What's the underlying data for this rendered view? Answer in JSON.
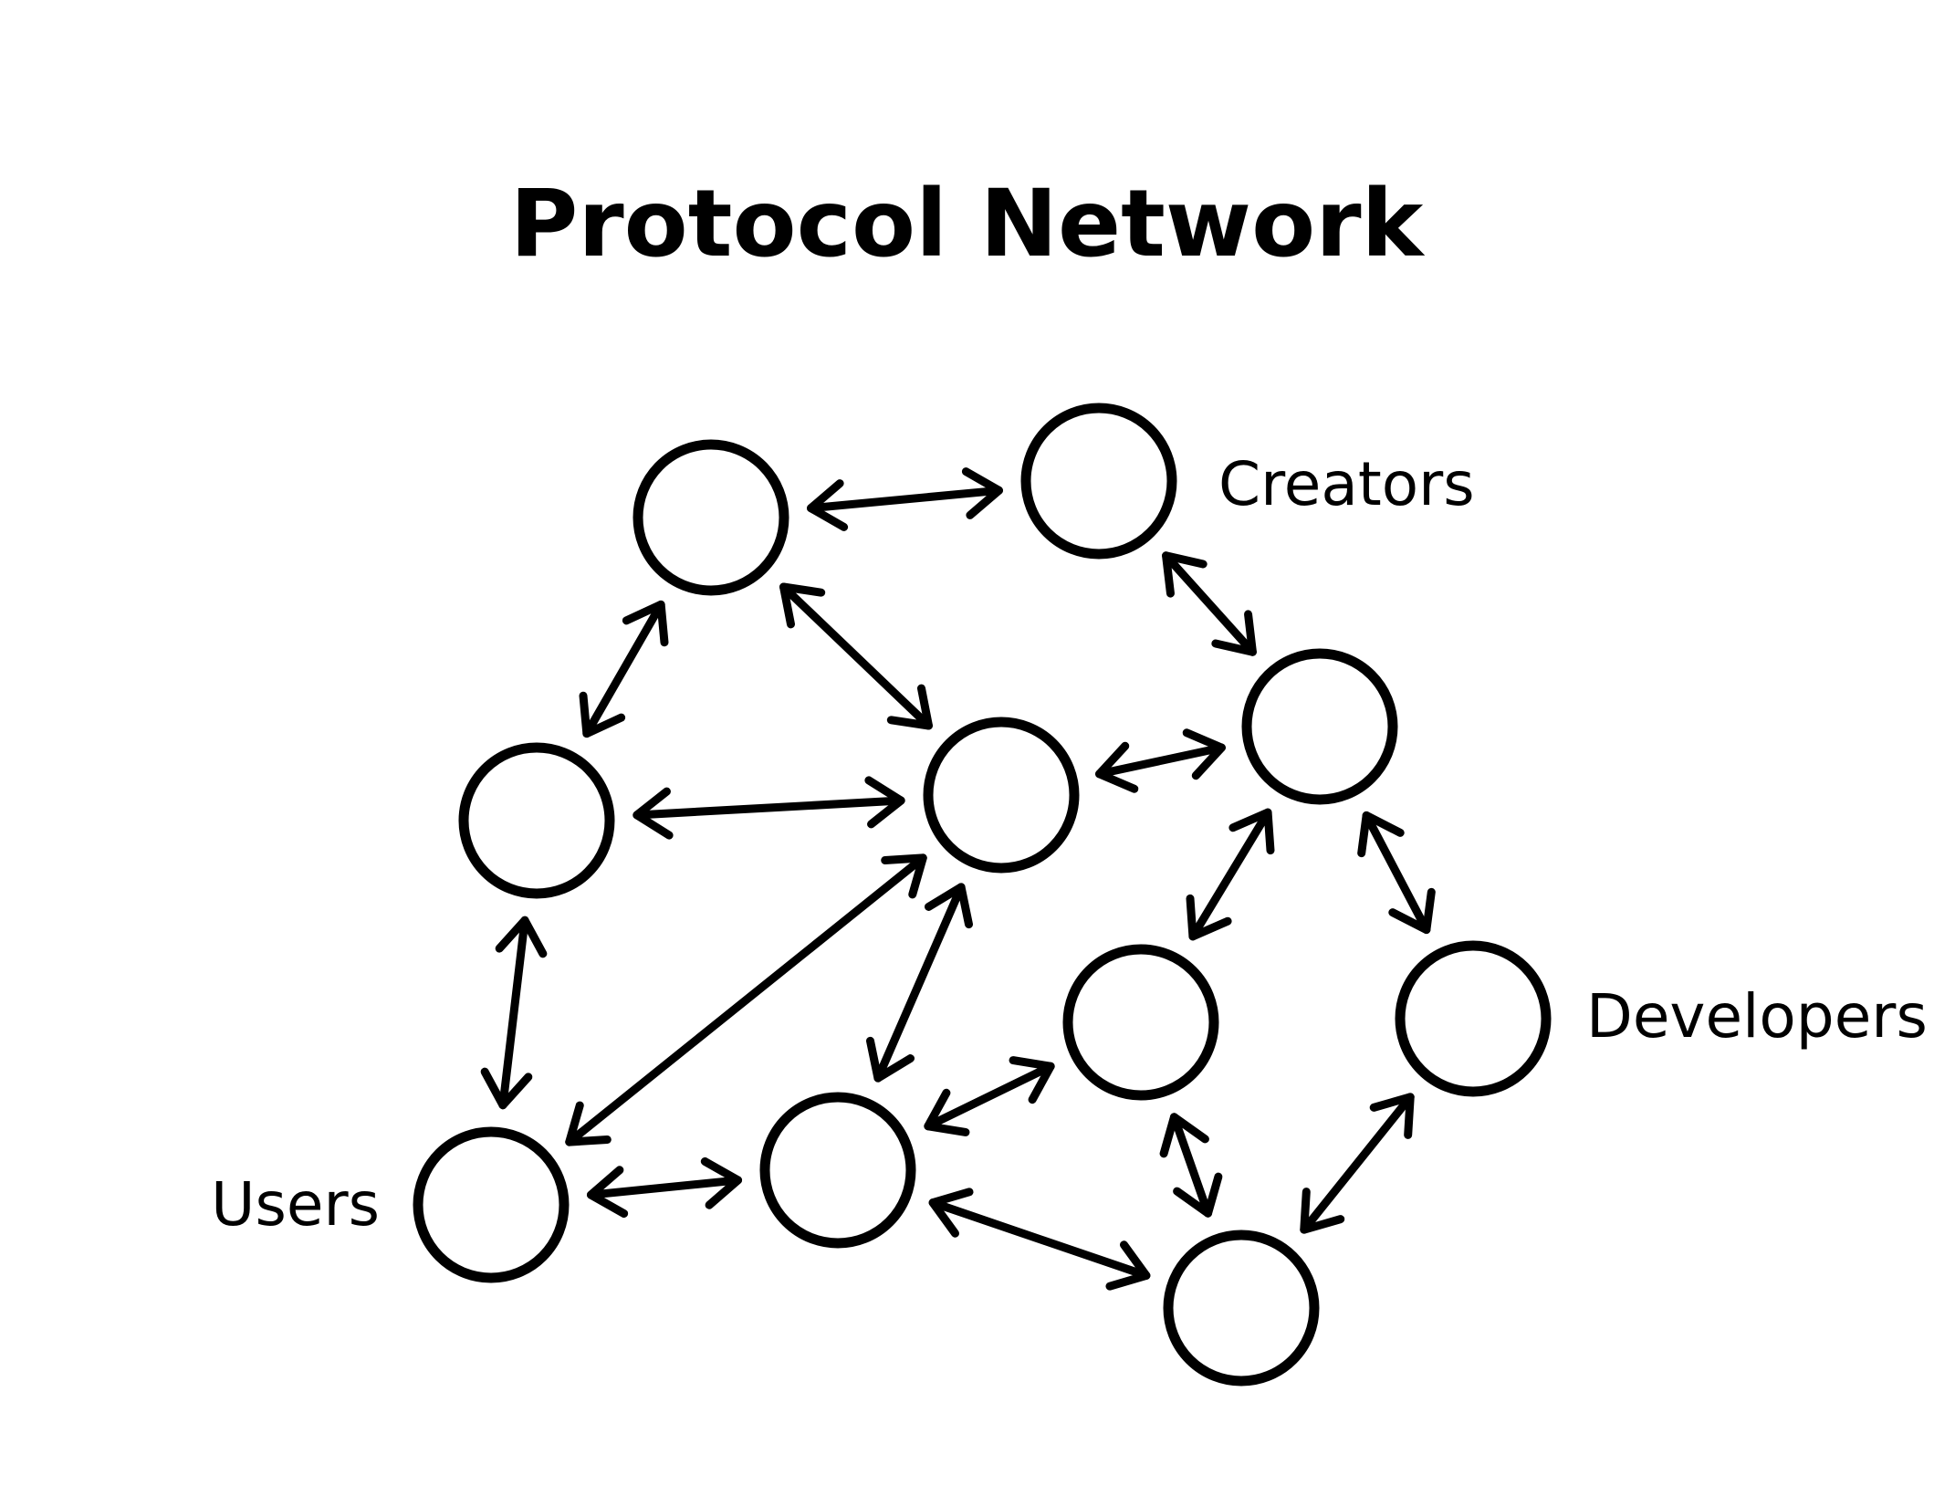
{
  "title": "Protocol Network",
  "labels": {
    "creators": "Creators",
    "developers": "Developers",
    "users": "Users"
  },
  "colors": {
    "background": "#ffffff",
    "stroke": "#000000"
  },
  "nodes": [
    {
      "id": "n1",
      "role": ""
    },
    {
      "id": "n2",
      "role": "creators"
    },
    {
      "id": "n3",
      "role": ""
    },
    {
      "id": "n4",
      "role": ""
    },
    {
      "id": "n5",
      "role": ""
    },
    {
      "id": "n6",
      "role": ""
    },
    {
      "id": "n7",
      "role": "developers"
    },
    {
      "id": "n8",
      "role": "users"
    },
    {
      "id": "n9",
      "role": ""
    },
    {
      "id": "n10",
      "role": ""
    }
  ],
  "edges": [
    {
      "from": "n1",
      "to": "n2",
      "type": "bidirectional"
    },
    {
      "from": "n1",
      "to": "n4",
      "type": "bidirectional"
    },
    {
      "from": "n1",
      "to": "n5",
      "type": "bidirectional"
    },
    {
      "from": "n2",
      "to": "n3",
      "type": "bidirectional"
    },
    {
      "from": "n4",
      "to": "n5",
      "type": "bidirectional"
    },
    {
      "from": "n5",
      "to": "n3",
      "type": "bidirectional"
    },
    {
      "from": "n3",
      "to": "n6",
      "type": "bidirectional"
    },
    {
      "from": "n3",
      "to": "n7",
      "type": "bidirectional"
    },
    {
      "from": "n4",
      "to": "n8",
      "type": "bidirectional"
    },
    {
      "from": "n5",
      "to": "n8",
      "type": "bidirectional"
    },
    {
      "from": "n5",
      "to": "n9",
      "type": "bidirectional"
    },
    {
      "from": "n6",
      "to": "n9",
      "type": "bidirectional"
    },
    {
      "from": "n6",
      "to": "n10",
      "type": "bidirectional"
    },
    {
      "from": "n7",
      "to": "n10",
      "type": "bidirectional"
    },
    {
      "from": "n8",
      "to": "n9",
      "type": "bidirectional"
    },
    {
      "from": "n9",
      "to": "n10",
      "type": "bidirectional"
    }
  ]
}
